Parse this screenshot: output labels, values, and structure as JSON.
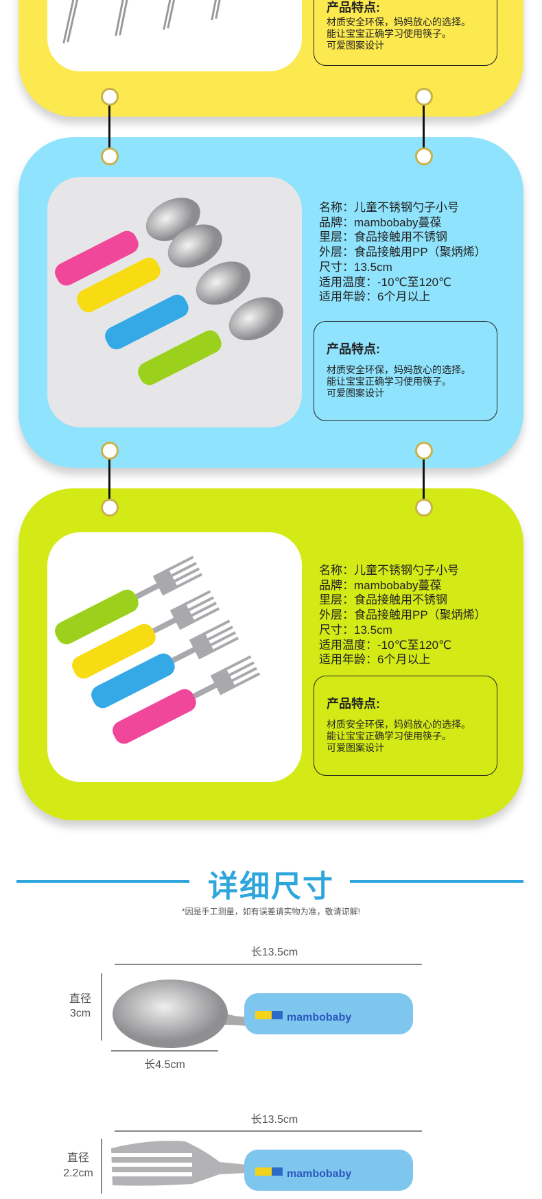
{
  "cards": [
    {
      "color": "#fce94f",
      "feature_title": "产品特点:",
      "features": [
        "材质安全环保，妈妈放心的选择。",
        "能让宝宝正确学习使用筷子。",
        "可爱图案设计"
      ]
    },
    {
      "color": "#8fe3fc",
      "info": [
        "名称：儿童不锈钢勺子小号",
        "品牌：mambobaby蔓葆",
        "里层：食品接触用不锈钢",
        "外层：食品接触用PP（聚炳烯）",
        "尺寸：13.5cm",
        "适用温度：-10℃至120℃",
        "适用年龄：6个月以上"
      ],
      "feature_title": "产品特点:",
      "features": [
        "材质安全环保，妈妈放心的选择。",
        "能让宝宝正确学习使用筷子。",
        "可爱图案设计"
      ]
    },
    {
      "color": "#d4ea16",
      "info": [
        "名称：儿童不锈钢勺子小号",
        "品牌：mambobaby蔓葆",
        "里层：食品接触用不锈钢",
        "外层：食品接触用PP（聚炳烯）",
        "尺寸：13.5cm",
        "适用温度：-10℃至120℃",
        "适用年龄：6个月以上"
      ],
      "feature_title": "产品特点:",
      "features": [
        "材质安全环保，妈妈放心的选择。",
        "能让宝宝正确学习使用筷子。",
        "可爱图案设计"
      ]
    }
  ],
  "handle_colors": {
    "pink": "#f0479b",
    "yellow": "#f7dc13",
    "blue": "#35a9e6",
    "green": "#9bd11c"
  },
  "size_section": {
    "title": "详细尺寸",
    "note": "*因是手工测量，如有误差请实物为准，敬请谅解!",
    "spoon": {
      "length": "长13.5cm",
      "diameter_label": "直径",
      "diameter": "3cm",
      "head_length": "长4.5cm"
    },
    "fork": {
      "length": "长13.5cm",
      "diameter_label": "直径",
      "diameter": "2.2cm"
    },
    "brand_print": "mambobaby"
  },
  "accent": "#2ea6dc"
}
